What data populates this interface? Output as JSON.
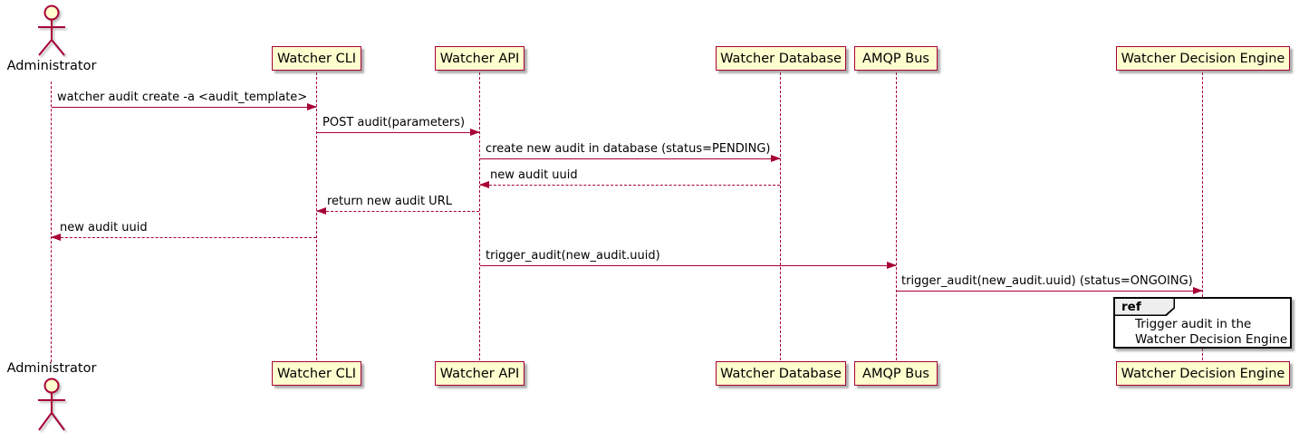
{
  "diagram": {
    "type": "sequence",
    "actor": {
      "name": "Administrator"
    },
    "participants": [
      {
        "label": "Watcher CLI"
      },
      {
        "label": "Watcher API"
      },
      {
        "label": "Watcher Database"
      },
      {
        "label": "AMQP Bus"
      },
      {
        "label": "Watcher Decision Engine"
      }
    ],
    "messages": [
      {
        "from": "Administrator",
        "to": "Watcher CLI",
        "label": "watcher audit create -a <audit_template>",
        "line": "solid"
      },
      {
        "from": "Watcher CLI",
        "to": "Watcher API",
        "label": "POST audit(parameters)",
        "line": "solid"
      },
      {
        "from": "Watcher API",
        "to": "Watcher Database",
        "label": "create new audit in database (status=PENDING)",
        "line": "solid"
      },
      {
        "from": "Watcher Database",
        "to": "Watcher API",
        "label": "new audit uuid",
        "line": "dashed"
      },
      {
        "from": "Watcher API",
        "to": "Watcher CLI",
        "label": "return new audit URL",
        "line": "dashed"
      },
      {
        "from": "Watcher CLI",
        "to": "Administrator",
        "label": "new audit uuid",
        "line": "dashed"
      },
      {
        "from": "Watcher API",
        "to": "AMQP Bus",
        "label": "trigger_audit(new_audit.uuid)",
        "line": "solid"
      },
      {
        "from": "AMQP Bus",
        "to": "Watcher Decision Engine",
        "label": "trigger_audit(new_audit.uuid) (status=ONGOING)",
        "line": "solid"
      }
    ],
    "ref": {
      "keyword": "ref",
      "lines": [
        "Trigger audit in the",
        "Watcher Decision Engine"
      ]
    },
    "colors": {
      "participant_fill": "#FEFECE",
      "border": "#A80036",
      "text": "#000000",
      "ref_border": "#000000",
      "ref_header_fill": "#EEEEEE"
    }
  }
}
